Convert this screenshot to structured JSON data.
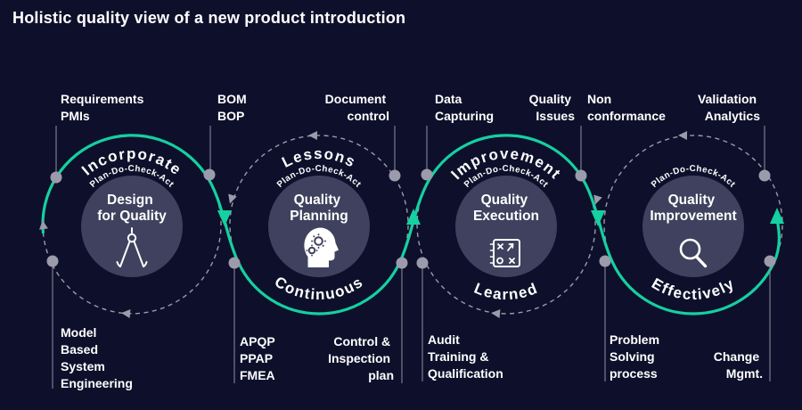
{
  "title": "Holistic quality view of a new product introduction",
  "colors": {
    "background": "#0e102b",
    "accent_teal": "#15d0a1",
    "inner_circle": "#3f415e",
    "gray_lines": "#9b9bab",
    "text": "#ffffff"
  },
  "cycles": [
    {
      "id": "design-for-quality",
      "center_label": [
        "Design",
        "for Quality"
      ],
      "pdca": "Plan-Do-Check-Act",
      "top_word": "Incorporate",
      "icon": "compass-icon"
    },
    {
      "id": "quality-planning",
      "center_label": [
        "Quality",
        "Planning"
      ],
      "pdca": "Plan-Do-Check-Act",
      "top_word": "Lessons",
      "bottom_word": "Continuous",
      "icon": "head-gears-icon"
    },
    {
      "id": "quality-execution",
      "center_label": [
        "Quality",
        "Execution"
      ],
      "pdca": "Plan-Do-Check-Act",
      "top_word": "Improvement",
      "bottom_word": "Learned",
      "icon": "strategy-board-icon"
    },
    {
      "id": "quality-improvement",
      "center_label": [
        "Quality",
        "Improvement"
      ],
      "pdca": "Plan-Do-Check-Act",
      "bottom_word": "Effectively",
      "icon": "magnifier-icon"
    }
  ],
  "labels": {
    "top": [
      {
        "lines": [
          "Requirements",
          "PMIs"
        ]
      },
      {
        "lines": [
          "BOM",
          "BOP"
        ]
      },
      {
        "lines": [
          "Document",
          "control"
        ]
      },
      {
        "lines": [
          "Data",
          "Capturing"
        ]
      },
      {
        "lines": [
          "Quality",
          "Issues"
        ]
      },
      {
        "lines": [
          "Non",
          "conformance"
        ]
      },
      {
        "lines": [
          "Validation",
          "Analytics"
        ]
      }
    ],
    "bottom": [
      {
        "lines": [
          "Model",
          "Based",
          "System",
          "Engineering"
        ]
      },
      {
        "lines": [
          "APQP",
          "PPAP",
          "FMEA"
        ]
      },
      {
        "lines": [
          "Control &",
          "Inspection",
          "plan"
        ]
      },
      {
        "lines": [
          "Audit",
          "Training &",
          "Qualification"
        ]
      },
      {
        "lines": [
          "Problem",
          "Solving",
          "process"
        ]
      },
      {
        "lines": [
          "Change",
          "Mgmt."
        ]
      }
    ]
  }
}
